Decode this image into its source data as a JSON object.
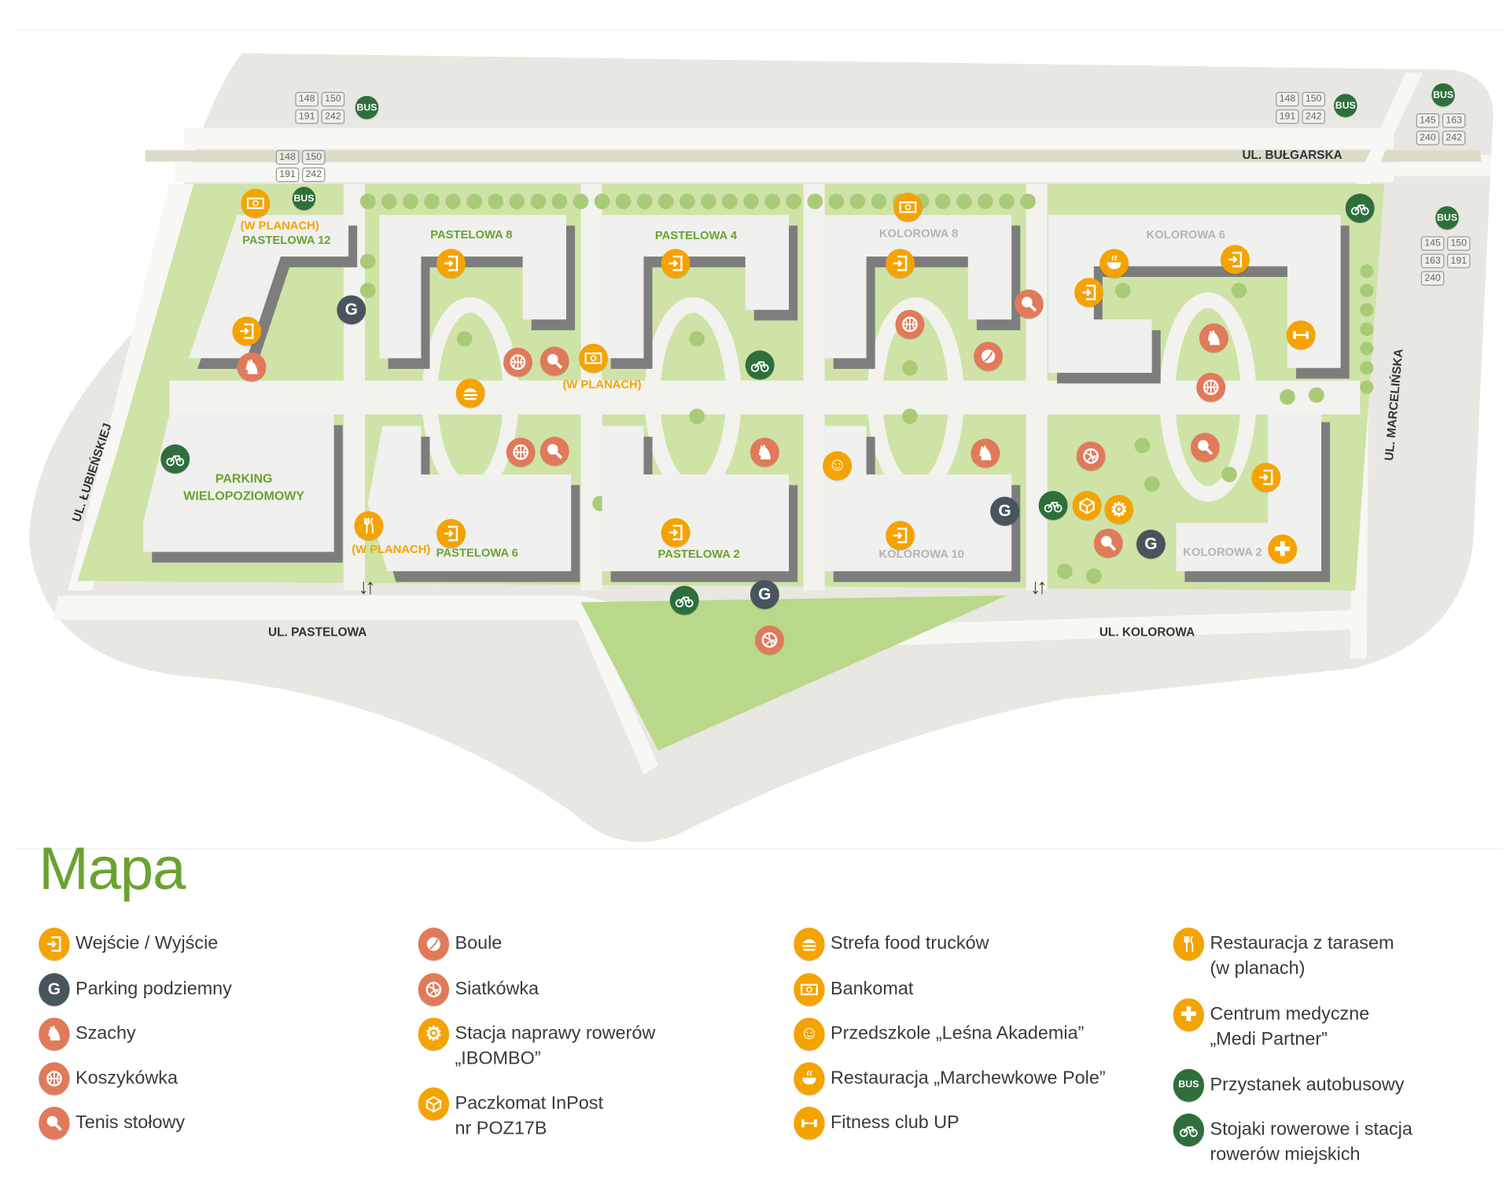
{
  "title": "Mapa",
  "colors": {
    "orange": "#f5a300",
    "salmon": "#e07a5a",
    "slate": "#48555c",
    "bus_green": "#2e6f3c",
    "label_green": "#6aa232"
  },
  "map": {
    "streets": {
      "bulgarska": "UL. BUŁGARSKA",
      "pastelowa": "UL. PASTELOWA",
      "kolorowa": "UL. KOLOROWA",
      "lubienskiej": "UL. ŁUBIEŃSKIEJ",
      "marcelinska": "UL. MARCELIŃSKA"
    },
    "buildings": {
      "p12": "PASTELOWA 12",
      "p8": "PASTELOWA 8",
      "p4": "PASTELOWA 4",
      "k8": "KOLOROWA 8",
      "k6": "KOLOROWA 6",
      "p6": "PASTELOWA 6",
      "p2": "PASTELOWA 2",
      "k10": "KOLOROWA 10",
      "k2": "KOLOROWA 2",
      "parking1": "PARKING",
      "parking2": "WIELOPOZIOMOWY"
    },
    "planned": "(W PLANACH)",
    "glyphs": {
      "garage": "G",
      "bus": "BUS"
    },
    "bus_routes": [
      [
        "148",
        "150",
        "191",
        "242"
      ],
      [
        "148",
        "150",
        "191",
        "242"
      ],
      [
        "148",
        "150",
        "191",
        "242"
      ],
      [
        "145",
        "163",
        "240",
        "242"
      ],
      [
        "145",
        "150",
        "163",
        "191",
        "240"
      ]
    ]
  },
  "legend": [
    {
      "icon": "entry",
      "lines": [
        "Wejście / Wyjście"
      ]
    },
    {
      "icon": "garage",
      "lines": [
        "Parking podziemny"
      ]
    },
    {
      "icon": "chess",
      "lines": [
        "Szachy"
      ]
    },
    {
      "icon": "basketball",
      "lines": [
        "Koszykówka"
      ]
    },
    {
      "icon": "tabletennis",
      "lines": [
        "Tenis stołowy"
      ]
    },
    {
      "icon": "boule",
      "lines": [
        "Boule"
      ]
    },
    {
      "icon": "volleyball",
      "lines": [
        "Siatkówka"
      ]
    },
    {
      "icon": "repair",
      "lines": [
        "Stacja naprawy rowerów",
        "„IBOMBO”"
      ]
    },
    {
      "icon": "parcel",
      "lines": [
        "Paczkomat InPost",
        "nr POZ17B"
      ]
    },
    {
      "icon": "foodtruck",
      "lines": [
        "Strefa food trucków"
      ]
    },
    {
      "icon": "atm",
      "lines": [
        "Bankomat"
      ]
    },
    {
      "icon": "kindergarten",
      "lines": [
        "Przedszkole „Leśna Akademia”"
      ]
    },
    {
      "icon": "restaurant",
      "lines": [
        "Restauracja „Marchewkowe Pole”"
      ]
    },
    {
      "icon": "fitness",
      "lines": [
        "Fitness club UP"
      ]
    },
    {
      "icon": "fork",
      "lines": [
        "Restauracja z tarasem",
        "(w planach)"
      ]
    },
    {
      "icon": "medical",
      "lines": [
        "Centrum medyczne",
        "„Medi Partner”"
      ]
    },
    {
      "icon": "bus",
      "lines": [
        "Przystanek autobusowy"
      ]
    },
    {
      "icon": "bike",
      "lines": [
        "Stojaki rowerowe i stacja",
        "rowerów miejskich"
      ]
    }
  ]
}
